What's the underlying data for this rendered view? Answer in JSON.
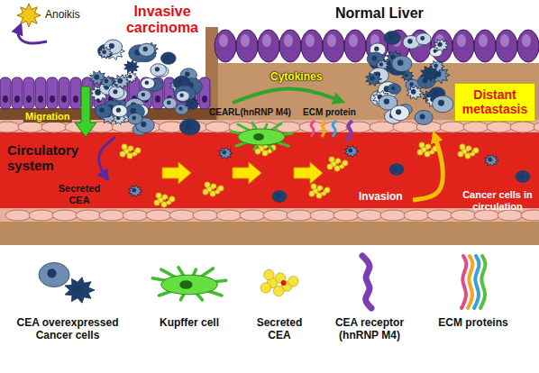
{
  "diagram": {
    "nodes": [
      {
        "text": [
          "Distant metastasis"
        ]
      }
    ],
    "labels": [
      "Anoikis",
      "Invasive carcinoma",
      "Normal Liver",
      "Migration",
      "Circulatory system",
      "Secreted CEA",
      "Cytokines",
      "CEARL(hnRNP M4)",
      "ECM protein",
      "Invasion",
      "Cancer cells in circulation"
    ],
    "legend": [
      {
        "text": "CEA overexpressed Cancer cells"
      },
      {
        "text": "Kupffer cell"
      },
      {
        "text": "Secreted CEA"
      },
      {
        "text": "CEA receptor (hnRNP M4)"
      },
      {
        "text": "ECM proteins"
      }
    ]
  }
}
